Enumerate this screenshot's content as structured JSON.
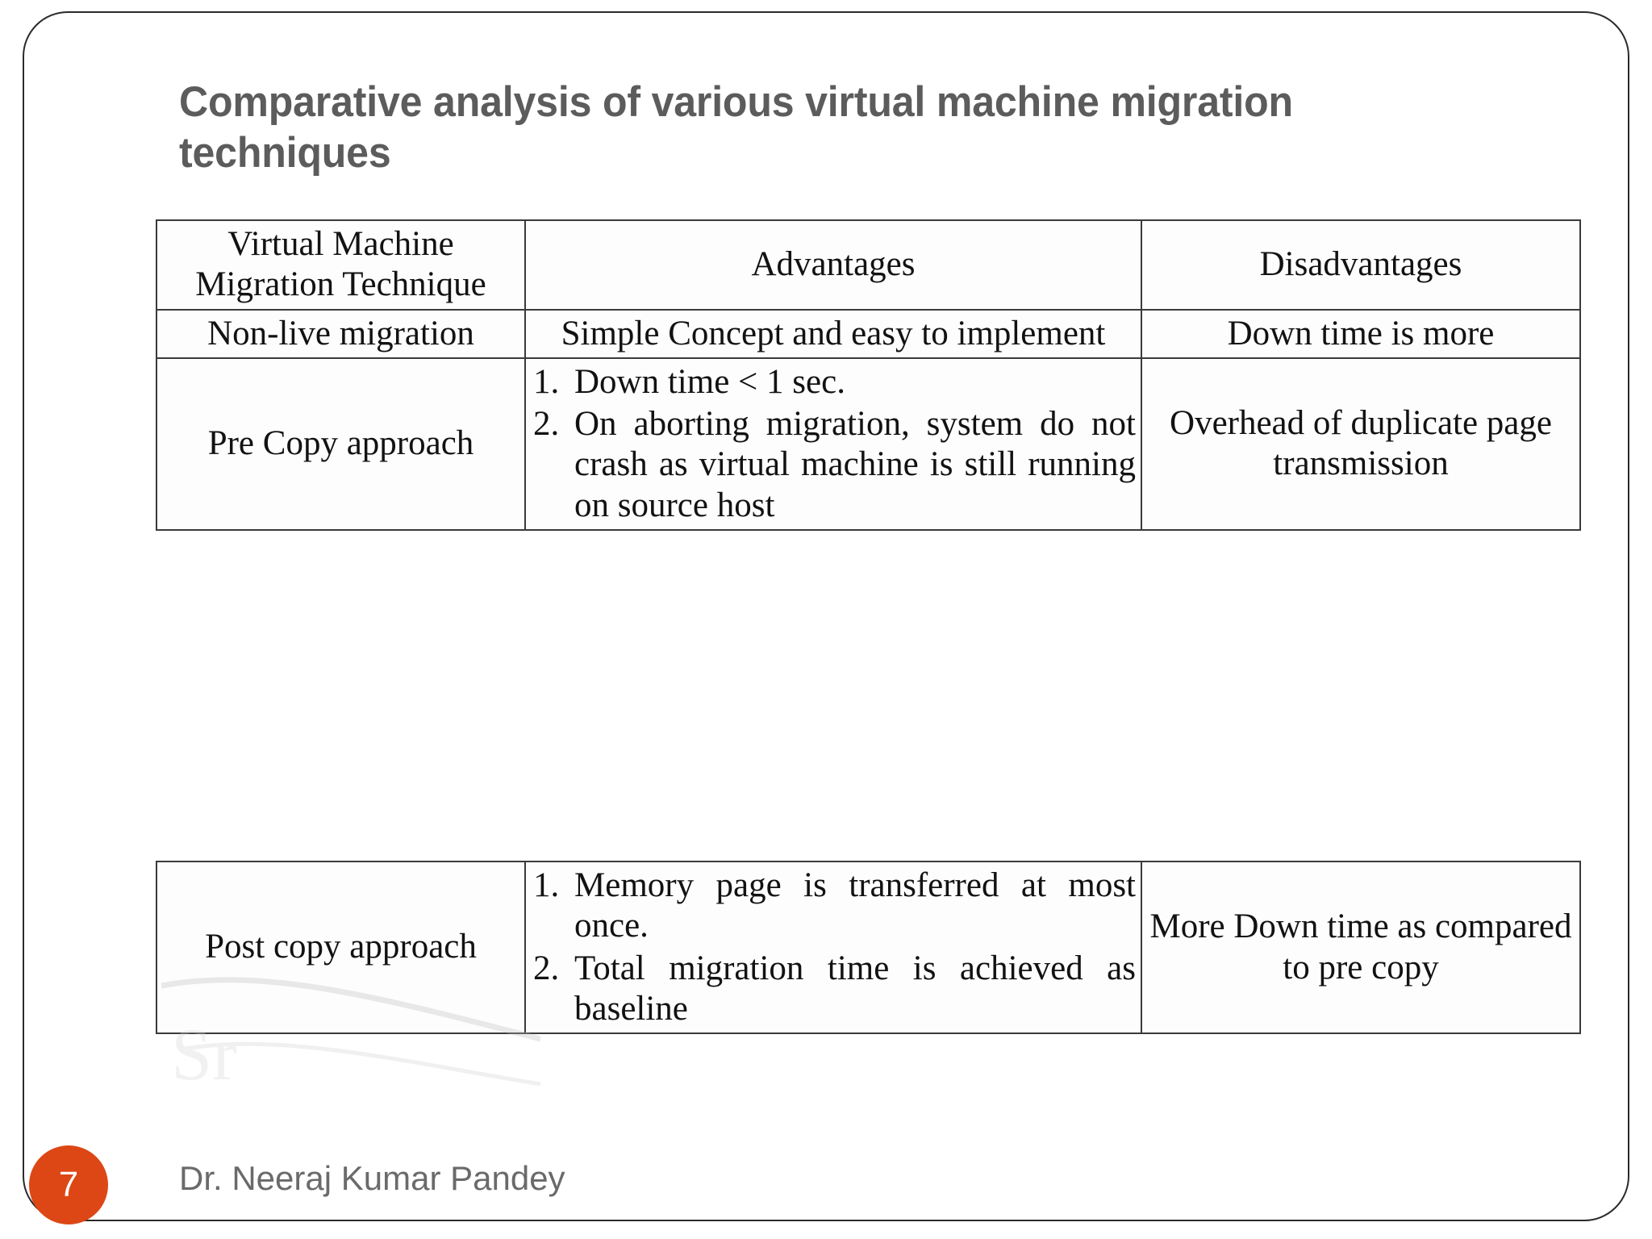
{
  "slide": {
    "title": "Comparative analysis of various virtual machine migration techniques",
    "page_number": "7",
    "author": "Dr. Neeraj Kumar Pandey",
    "accent_color": "#dd4715",
    "title_color": "#5c5c5c",
    "footer_color": "#6a6a6a"
  },
  "table": {
    "headers": {
      "col1": "Virtual Machine Migration Technique",
      "col2": "Advantages",
      "col3": "Disadvantages"
    },
    "rows": [
      {
        "technique": "Non-live migration",
        "advantages_text": "Simple Concept and easy to implement",
        "advantages_list": [],
        "disadvantages": "Down time is more"
      },
      {
        "technique": "Pre Copy approach",
        "advantages_text": "",
        "advantages_list": [
          "Down time < 1 sec.",
          "On aborting migration, system do not crash as virtual machine is still running on source host"
        ],
        "disadvantages": "Overhead of duplicate page transmission"
      },
      {
        "technique": "Post copy approach",
        "advantages_text": "",
        "advantages_list": [
          "Memory page is transferred at most once.",
          "Total migration time is achieved as baseline"
        ],
        "disadvantages": "More Down time as compared to pre copy"
      }
    ]
  }
}
